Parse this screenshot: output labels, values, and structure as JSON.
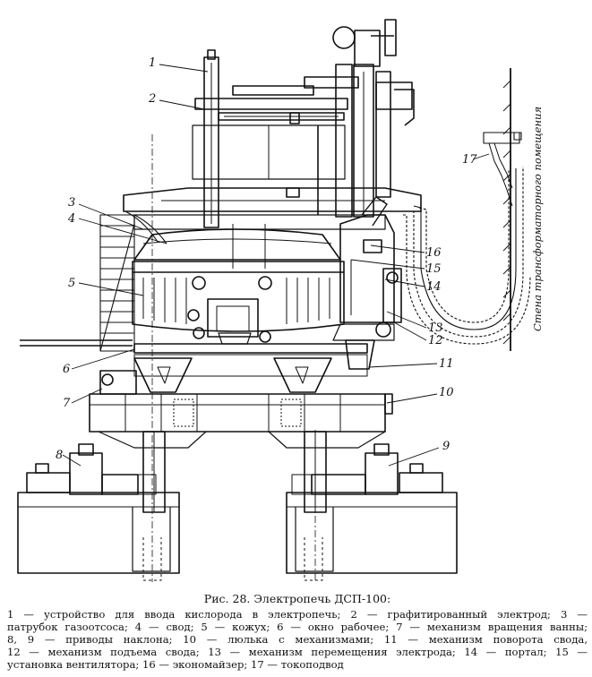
{
  "figure": {
    "labels": [
      "1",
      "2",
      "3",
      "4",
      "5",
      "6",
      "7",
      "8",
      "9",
      "10",
      "11",
      "12",
      "13",
      "14",
      "15",
      "16",
      "17"
    ],
    "wall_text": "Стена трансформаторного помещения"
  },
  "caption": {
    "title": "Рис. 28. Электропечь ДСП-100:",
    "lines": [
      "1 — устройство для ввода кислорода в электропечь; 2 — графитированный электрод; 3 —",
      "патрубок газоотсоса; 4 — свод; 5 — кожух; 6 — окно рабочее; 7 — механизм вращения ванны;",
      "8, 9 — приводы наклона; 10 — люлька с механизмами; 11 — механизм поворота свода,",
      "12 — механизм подъема свода; 13 — механизм перемещения электрода; 14 — портал; 15 —",
      "установка вентилятора; 16 — экономайзер; 17 — токоподвод"
    ]
  }
}
